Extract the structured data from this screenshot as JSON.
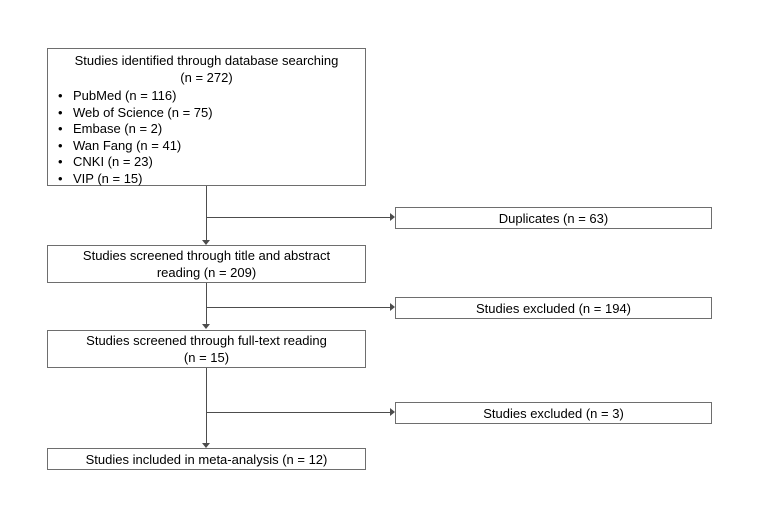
{
  "diagram": {
    "identification": {
      "title_line1": "Studies identified through database searching",
      "title_line2": "(n = 272)",
      "bullets": [
        "PubMed (n = 116)",
        "Web of Science (n = 75)",
        "Embase (n = 2)",
        "Wan Fang (n = 41)",
        "CNKI (n = 23)",
        "VIP (n = 15)"
      ]
    },
    "duplicates_label": "Duplicates (n = 63)",
    "screening_title_abstract": {
      "line1": "Studies screened through title and abstract",
      "line2": "reading (n = 209)"
    },
    "excluded_title_abstract_label": "Studies excluded (n = 194)",
    "screening_full_text": {
      "line1": "Studies screened through full-text reading",
      "line2": "(n = 15)"
    },
    "excluded_full_text_label": "Studies excluded (n = 3)",
    "included_label": "Studies included in meta-analysis (n = 12)",
    "colors": {
      "box_border": "#6e6e6e",
      "connector_line": "#4d4d4d",
      "text": "#000000",
      "background": "#ffffff"
    }
  }
}
